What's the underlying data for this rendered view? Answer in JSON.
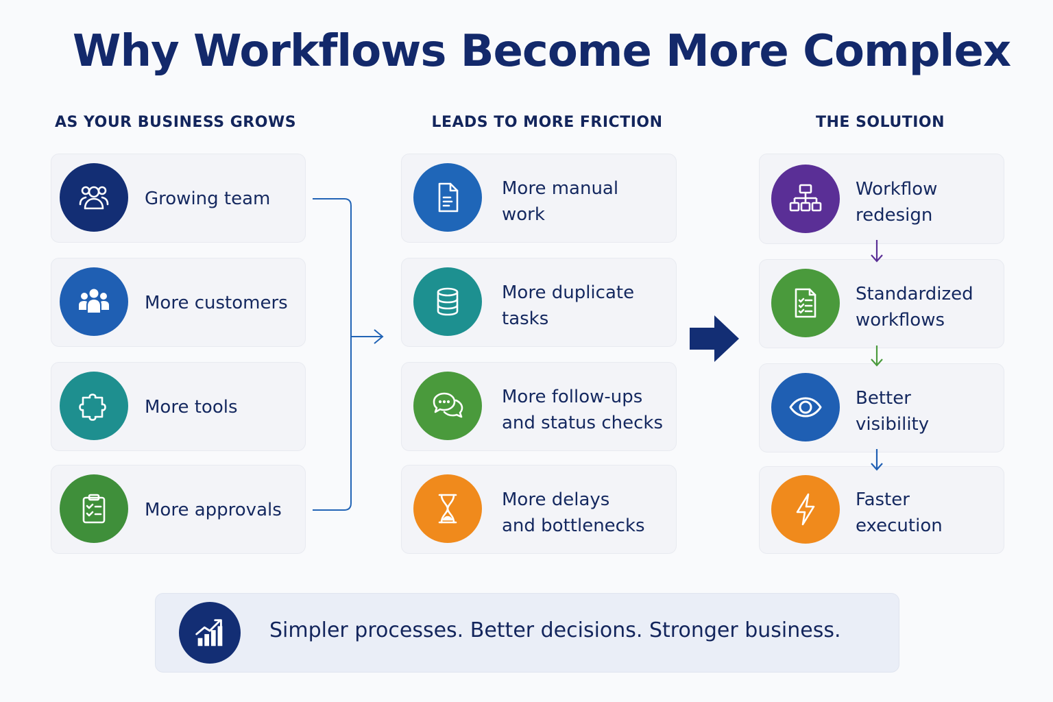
{
  "title": "Why Workflows Become More Complex",
  "columns": {
    "growth": {
      "heading": "AS YOUR BUSINESS GROWS",
      "items": [
        {
          "label": "Growing team",
          "icon": "team-icon",
          "color": "#132e74"
        },
        {
          "label": "More customers",
          "icon": "customers-icon",
          "color": "#1f5fb3"
        },
        {
          "label": "More tools",
          "icon": "puzzle-icon",
          "color": "#1e8f8f"
        },
        {
          "label": "More approvals",
          "icon": "clipboard-check-icon",
          "color": "#3f8f3a"
        }
      ]
    },
    "friction": {
      "heading": "LEADS TO MORE FRICTION",
      "items": [
        {
          "line1": "More manual",
          "line2": "work",
          "icon": "document-icon",
          "color": "#1f66b8"
        },
        {
          "line1": "More duplicate",
          "line2": "tasks",
          "icon": "database-icon",
          "color": "#1d9090"
        },
        {
          "line1": "More follow-ups",
          "line2": "and status checks",
          "icon": "chat-bubbles-icon",
          "color": "#4a9a3c"
        },
        {
          "line1": "More delays",
          "line2": "and bottlenecks",
          "icon": "hourglass-icon",
          "color": "#f08a1c"
        }
      ]
    },
    "solution": {
      "heading": "THE SOLUTION",
      "items": [
        {
          "line1": "Workflow",
          "line2": "redesign",
          "icon": "org-chart-icon",
          "color": "#5a2f96"
        },
        {
          "line1": "Standardized",
          "line2": "workflows",
          "icon": "checklist-icon",
          "color": "#4a9a3c"
        },
        {
          "line1": "Better",
          "line2": "visibility",
          "icon": "eye-icon",
          "color": "#1f5fb3"
        },
        {
          "line1": "Faster",
          "line2": "execution",
          "icon": "lightning-icon",
          "color": "#f08a1c"
        }
      ]
    }
  },
  "footer": {
    "text": "Simpler processes. Better decisions. Stronger business.",
    "icon": "growth-chart-icon",
    "color": "#132e74"
  },
  "colors": {
    "title": "#13296b",
    "connector": "#2163b5",
    "big_arrow": "#132e74",
    "arrow_purple": "#5a2f96",
    "arrow_green": "#4a9a3c",
    "arrow_blue": "#1f5fb3"
  }
}
